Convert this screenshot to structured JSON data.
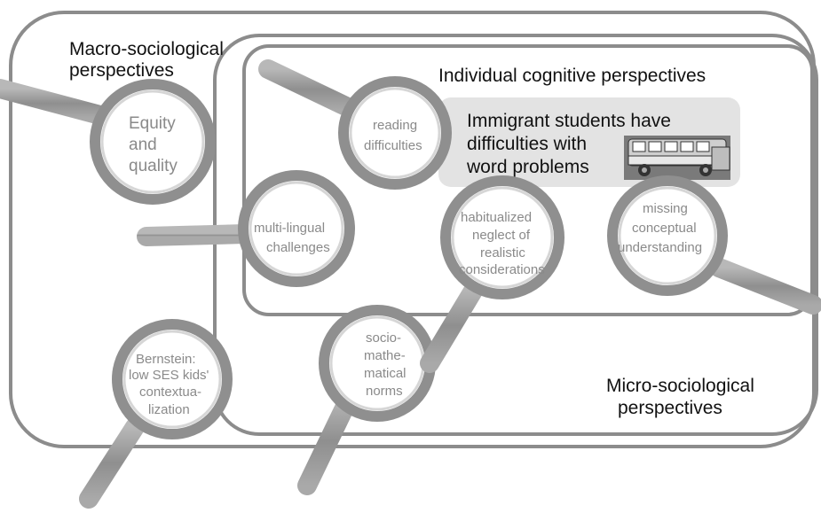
{
  "colors": {
    "frame_stroke": "#8c8c8c",
    "lens_ring": "#8f8f8f",
    "lens_inner": "#c9c9c9",
    "handle": "#a3a3a3",
    "callout_fill": "#e3e3e3",
    "label_text": "#111111",
    "lens_text": "#8a8a8a"
  },
  "regions": {
    "macro": "Macro-sociological perspectives",
    "individual": "Individual cognitive perspectives",
    "micro": "Micro-sociological perspectives"
  },
  "callout": {
    "lines": [
      "Immigrant students have",
      "difficulties with",
      "word problems"
    ],
    "image_icon": "school-bus-illustration"
  },
  "lenses": {
    "equity": [
      "Equity",
      "and",
      "quality"
    ],
    "reading": [
      "reading",
      "difficulties"
    ],
    "multilingual": [
      "multi-lingual",
      "challenges"
    ],
    "habitualized": [
      "habitualized",
      "neglect of",
      "realistic",
      "considerations"
    ],
    "conceptual": [
      "missing",
      "conceptual",
      "understanding"
    ],
    "bernstein": [
      "Bernstein:",
      "low SES kids'",
      "contextua-",
      "lization"
    ],
    "sociomath": [
      "socio-",
      "mathe-",
      "matical",
      "norms"
    ]
  },
  "icons": {
    "lens": "magnifying-glass-icon"
  }
}
